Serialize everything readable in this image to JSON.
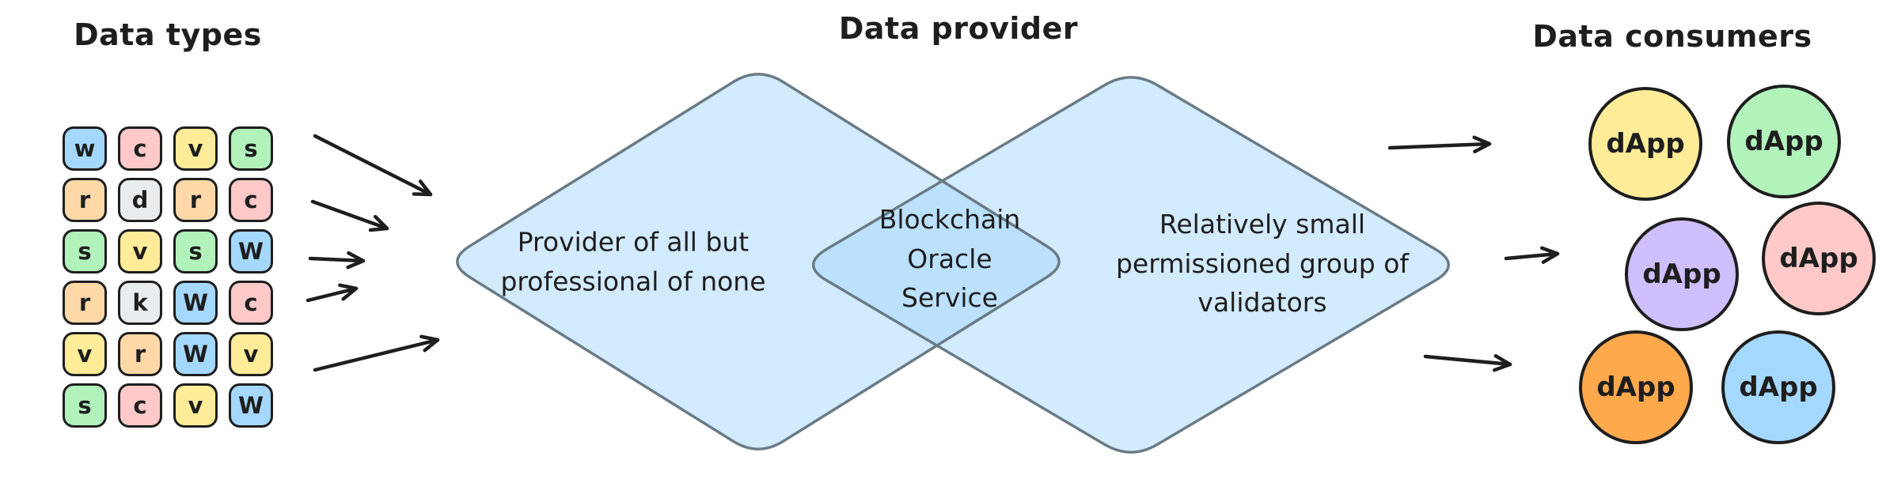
{
  "titles": {
    "data_types": "Data types",
    "data_provider": "Data provider",
    "data_consumers": "Data consumers"
  },
  "palette": {
    "blue": "#a5d8ff",
    "pink": "#ffc9c9",
    "yellow": "#ffec99",
    "green": "#b2f2bb",
    "peach": "#ffd8a8",
    "gray": "#e9ecef",
    "orange": "#ffa94d",
    "purple": "#d0bfff",
    "diamond_fill": "#a5d8ff",
    "diamond_stroke": "#6a7b85",
    "ink": "#1e1e1e"
  },
  "data_types_grid": {
    "rows": [
      [
        {
          "letter": "w",
          "color": "blue"
        },
        {
          "letter": "c",
          "color": "pink"
        },
        {
          "letter": "v",
          "color": "yellow"
        },
        {
          "letter": "s",
          "color": "green"
        }
      ],
      [
        {
          "letter": "r",
          "color": "peach"
        },
        {
          "letter": "d",
          "color": "gray"
        },
        {
          "letter": "r",
          "color": "peach"
        },
        {
          "letter": "c",
          "color": "pink"
        }
      ],
      [
        {
          "letter": "s",
          "color": "green"
        },
        {
          "letter": "v",
          "color": "yellow"
        },
        {
          "letter": "s",
          "color": "green"
        },
        {
          "letter": "W",
          "color": "blue"
        }
      ],
      [
        {
          "letter": "r",
          "color": "peach"
        },
        {
          "letter": "k",
          "color": "gray"
        },
        {
          "letter": "W",
          "color": "blue"
        },
        {
          "letter": "c",
          "color": "pink"
        }
      ],
      [
        {
          "letter": "v",
          "color": "yellow"
        },
        {
          "letter": "r",
          "color": "peach"
        },
        {
          "letter": "W",
          "color": "blue"
        },
        {
          "letter": "v",
          "color": "yellow"
        }
      ],
      [
        {
          "letter": "s",
          "color": "green"
        },
        {
          "letter": "c",
          "color": "pink"
        },
        {
          "letter": "v",
          "color": "yellow"
        },
        {
          "letter": "W",
          "color": "blue"
        }
      ]
    ]
  },
  "provider": {
    "left_diamond_label": "Provider of all but\nprofessional of none",
    "overlap_label": "Blockchain\nOracle\nService",
    "right_diamond_label": "Relatively small\npermissioned group of\nvalidators"
  },
  "consumers": [
    {
      "label": "dApp",
      "color": "yellow"
    },
    {
      "label": "dApp",
      "color": "green"
    },
    {
      "label": "dApp",
      "color": "purple"
    },
    {
      "label": "dApp",
      "color": "pink"
    },
    {
      "label": "dApp",
      "color": "orange"
    },
    {
      "label": "dApp",
      "color": "blue"
    }
  ]
}
